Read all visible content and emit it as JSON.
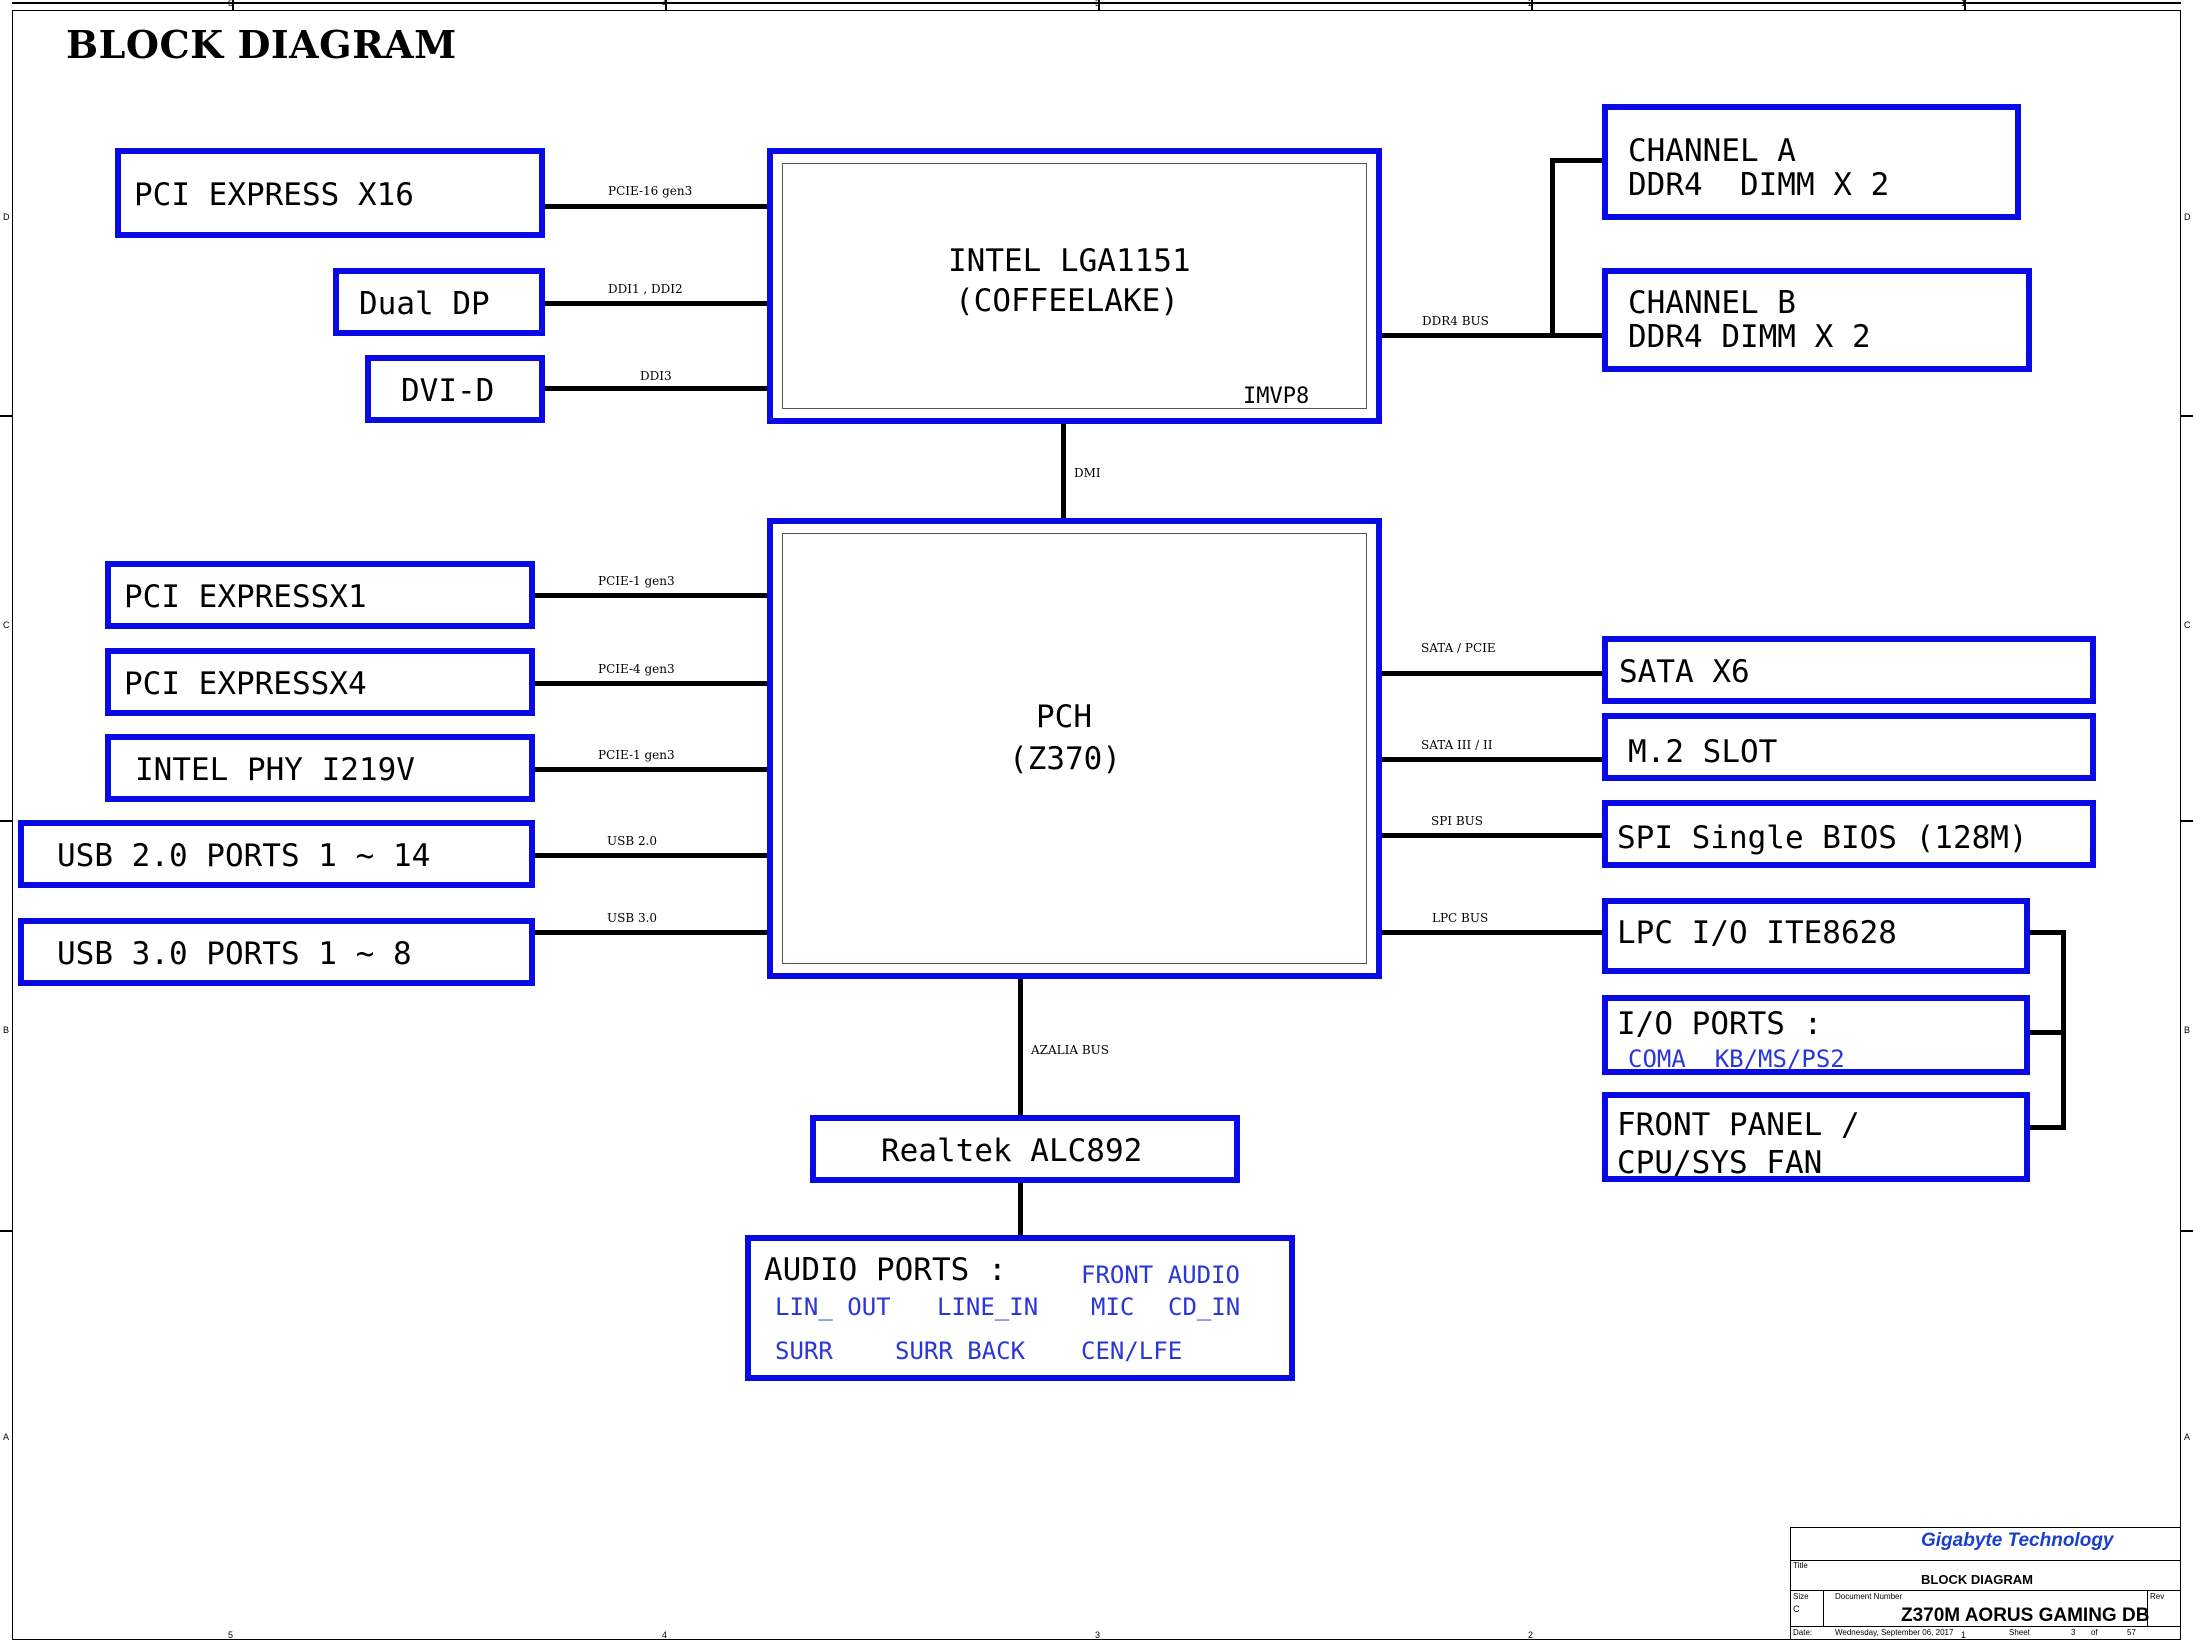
{
  "title": "BLOCK DIAGRAM",
  "cpu": {
    "name": "INTEL LGA1151",
    "codename": "(COFFEELAKE)",
    "vr": "IMVP8"
  },
  "pch": {
    "name": "PCH",
    "model": "(Z370)"
  },
  "left_cpu": [
    {
      "label": "PCI EXPRESS X16",
      "bus": "PCIE-16 gen3"
    },
    {
      "label": "Dual DP",
      "bus": "DDI1 , DDI2"
    },
    {
      "label": "DVI-D",
      "bus": "DDI3"
    }
  ],
  "left_pch": [
    {
      "label": "PCI EXPRESSX1",
      "bus": "PCIE-1 gen3"
    },
    {
      "label": "PCI EXPRESSX4",
      "bus": "PCIE-4 gen3"
    },
    {
      "label": "INTEL PHY I219V",
      "bus": "PCIE-1 gen3"
    },
    {
      "label": "USB 2.0 PORTS 1 ~ 14",
      "bus": "USB 2.0"
    },
    {
      "label": "USB 3.0 PORTS 1 ~ 8",
      "bus": "USB 3.0"
    }
  ],
  "memory": {
    "bus": "DDR4 BUS",
    "channel_a": {
      "line1": "CHANNEL A",
      "line2": "DDR4  DIMM X 2"
    },
    "channel_b": {
      "line1": "CHANNEL B",
      "line2": "DDR4 DIMM X 2"
    }
  },
  "dmi": "DMI",
  "right_pch": [
    {
      "label": "SATA X6",
      "bus": "SATA / PCIE"
    },
    {
      "label": "M.2 SLOT",
      "bus": "SATA III / II"
    },
    {
      "label": "SPI Single BIOS (128M)",
      "bus": "SPI BUS"
    },
    {
      "label": "LPC I/O ITE8628",
      "bus": "LPC BUS"
    }
  ],
  "io_ports": {
    "title": "I/O PORTS :",
    "items": "COMA  KB/MS/PS2"
  },
  "front_panel": {
    "line1": "FRONT PANEL /",
    "line2": "CPU/SYS FAN"
  },
  "audio": {
    "bus": "AZALIA BUS",
    "codec": "Realtek ALC892",
    "ports_title": "AUDIO PORTS :",
    "items": [
      "FRONT AUDIO",
      "LIN_ OUT",
      "LINE_IN",
      "MIC",
      "CD_IN",
      "SURR",
      "SURR BACK",
      "CEN/LFE"
    ]
  },
  "border_labels": {
    "columns": [
      "5",
      "4",
      "3",
      "2",
      "1"
    ],
    "rows": [
      "D",
      "C",
      "B",
      "A"
    ]
  },
  "title_block": {
    "company": "Gigabyte Technology",
    "title_label": "Title",
    "title": "BLOCK DIAGRAM",
    "size_label": "Size",
    "size": "C",
    "docnum_label": "Document Number",
    "docnum": "Z370M AORUS GAMING DB",
    "rev_label": "Rev",
    "date_label": "Date:",
    "date": "Wednesday, September 06, 2017",
    "sheet_label": "Sheet",
    "sheet": "3",
    "of_label": "of",
    "total": "57"
  },
  "colors": {
    "block_border": "#0a0ae6",
    "sub_text": "#2a36d6",
    "company": "#1a3fcf"
  }
}
